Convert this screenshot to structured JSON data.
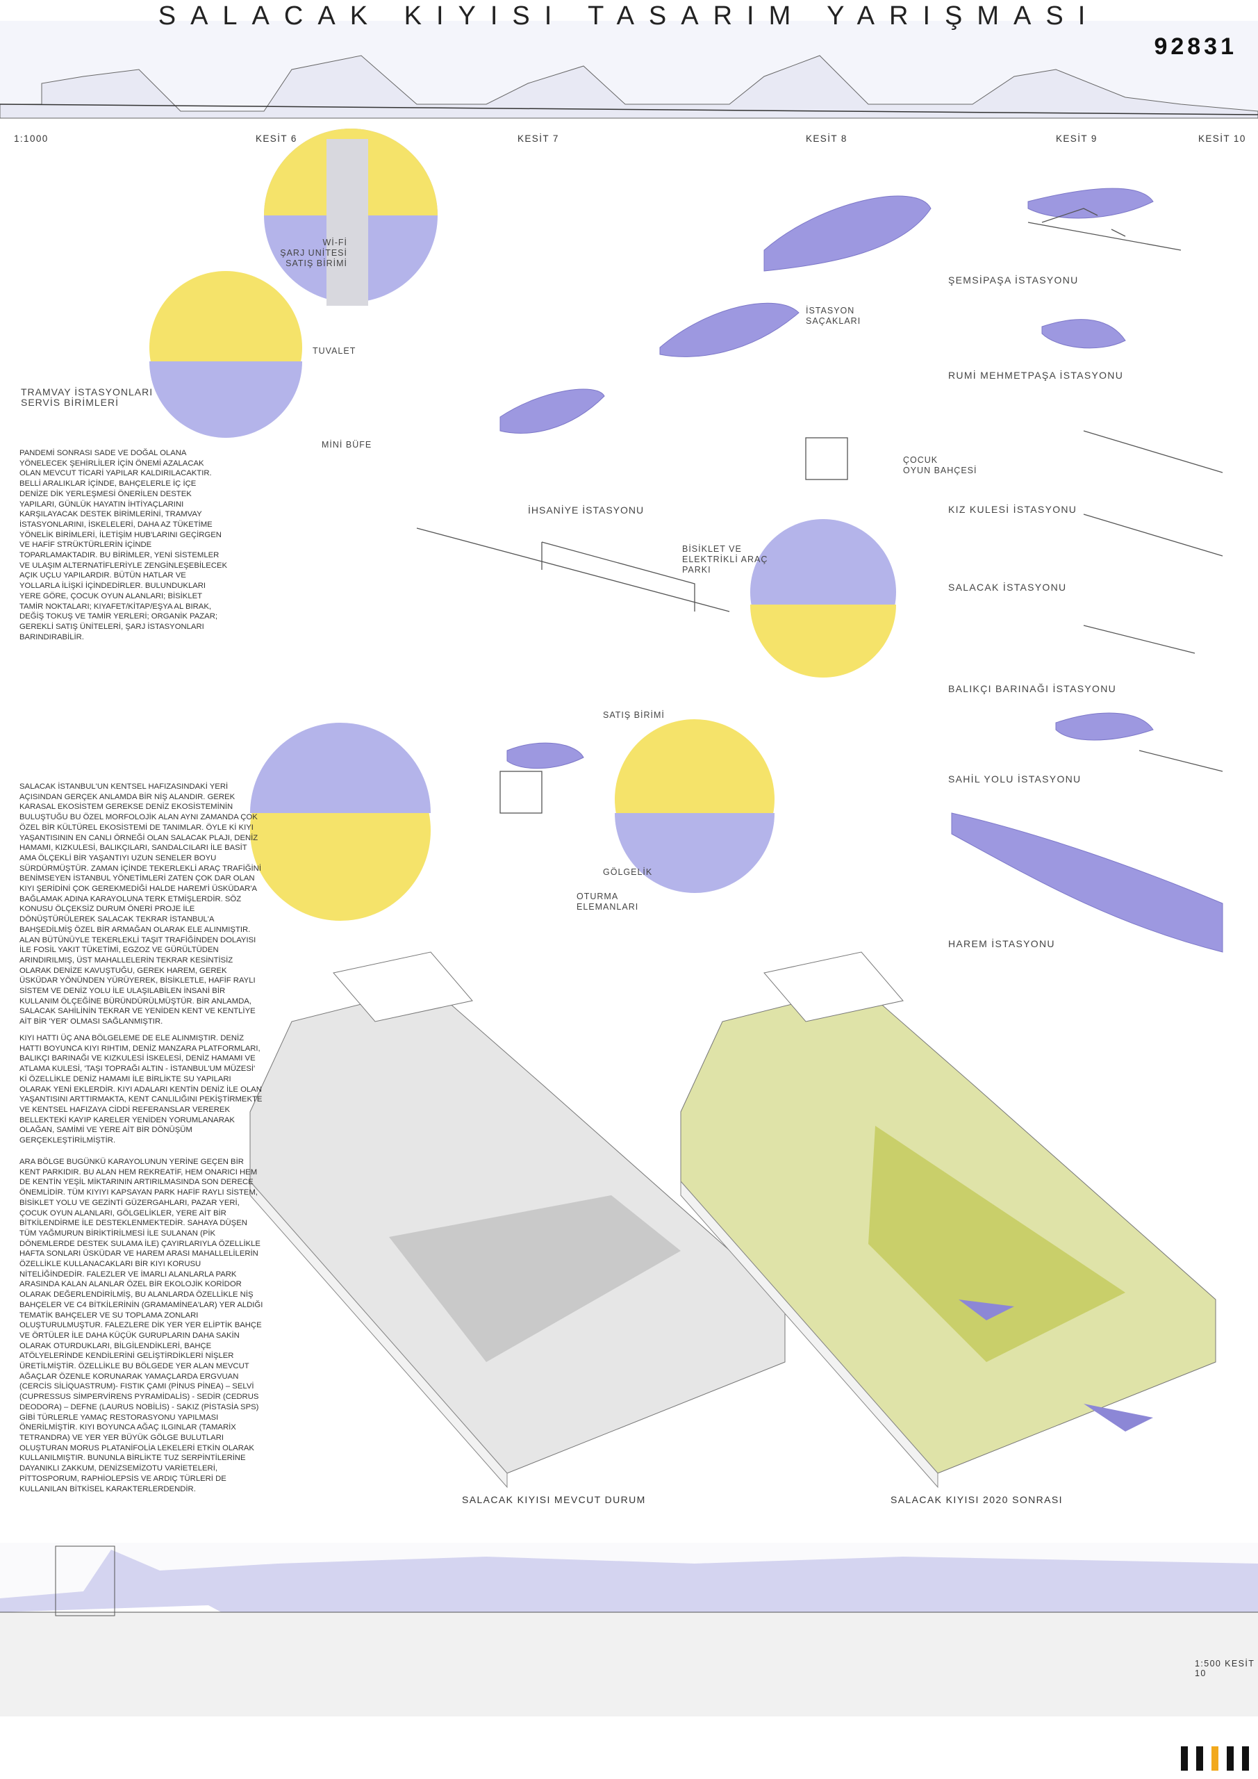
{
  "header": {
    "title": "SALACAK KIYISI TASARIM YARIŞMASI",
    "entry_code": "92831"
  },
  "sections": {
    "scale": "1:1000",
    "labels": [
      "KESİT 6",
      "KESİT 7",
      "KESİT 8",
      "KESİT 9",
      "KESİT 10"
    ]
  },
  "service_units": {
    "heading": "TRAMVAY İSTASYONLARI\nSERVİS BİRİMLERİ",
    "wifi": "Wİ-Fİ\nŞARJ UNİTESİ\nSATIŞ BİRİMİ",
    "toilet": "TUVALET",
    "buffet": "MİNİ BÜFE"
  },
  "ihsaniye": {
    "canopy": "İSTASYON\nSAÇAKLARI",
    "station": "İHSANİYE İSTASYONU",
    "playground": "ÇOCUK\nOYUN BAHÇESİ",
    "bike": "BİSİKLET VE\nELEKTRİKLİ ARAÇ\nPARKI",
    "sales": "SATIŞ BİRİMİ",
    "shade": "GÖLGELİK",
    "seating": "OTURMA\nELEMANLARI"
  },
  "stations": [
    "ŞEMSİPAŞA İSTASYONU",
    "RUMİ MEHMETPAŞA İSTASYONU",
    "KIZ KULESİ İSTASYONU",
    "SALACAK İSTASYONU",
    "BALIKÇI BARINAĞI İSTASYONU",
    "SAHİL YOLU İSTASYONU",
    "HAREM İSTASYONU"
  ],
  "text": {
    "p1": "PANDEMİ SONRASI SADE VE DOĞAL OLANA\nYÖNELECEK ŞEHİRLİLER İÇİN ÖNEMİ AZALACAK\nOLAN MEVCUT TİCARİ YAPILAR KALDIRILACAKTIR.\nBELLİ ARALIKLAR İÇİNDE, BAHÇELERLE İÇ İÇE\nDENİZE DİK YERLEŞMESİ ÖNERİLEN DESTEK\nYAPILARI, GÜNLÜK HAYATIN İHTİYAÇLARINI\nKARŞILAYACAK DESTEK BİRİMLERİNİ, TRAMVAY\nİSTASYONLARINI, İSKELELERİ, DAHA AZ TÜKETİME\nYÖNELİK BİRİMLERİ, İLETİŞİM HUB'LARINI GEÇİRGEN\nVE HAFİF STRÜKTÜRLERİN İÇİNDE\nTOPARLAMAKTADIR. BU BİRİMLER, YENİ SİSTEMLER\nVE ULAŞIM ALTERNATİFLERİYLE ZENGİNLEŞEBİLECEK\nAÇIK UÇLU YAPILARDIR. BÜTÜN HATLAR VE\nYOLLARLA İLİŞKİ İÇİNDEDİRLER. BULUNDUKLARI\nYERE GÖRE, ÇOCUK OYUN ALANLARI; BİSİKLET\nTAMİR NOKTALARI; KIYAFET/KİTAP/EŞYA AL BIRAK,\nDEĞİŞ TOKUŞ VE TAMİR YERLERİ; ORGANİK PAZAR;\nGEREKLİ SATIŞ ÜNİTELERİ, ŞARJ İSTASYONLARI\nBARINDIRABİLİR.",
    "p2": "SALACAK İSTANBUL'UN KENTSEL HAFIZASINDAKİ YERİ\nAÇISINDAN GERÇEK ANLAMDA BİR NİŞ ALANDIR. GEREK\nKARASAL EKOSİSTEM GEREKSE DENİZ EKOSİSTEMİNİN\nBULUŞTUĞU BU ÖZEL MORFOLOJİK ALAN AYNI ZAMANDA ÇOK\nÖZEL BİR KÜLTÜREL EKOSİSTEMİ DE TANIMLAR. ÖYLE Kİ KIYI\nYAŞANTISININ EN CANLI ÖRNEĞİ OLAN SALACAK PLAJI, DENİZ\nHAMAMI, KIZKULESİ, BALIKÇILARI, SANDALCILARI İLE BASİT\nAMA ÖLÇEKLİ BİR YAŞANTIYI UZUN SENELER BOYU\nSÜRDÜRMÜŞTÜR. ZAMAN İÇİNDE TEKERLEKLİ ARAÇ TRAFİĞİNİ\nBENİMSEYEN İSTANBUL YÖNETİMLERİ ZATEN ÇOK DAR OLAN\nKIYI ŞERİDİNİ ÇOK GEREKMEDİĞİ HALDE HAREM'İ ÜSKÜDAR'A\nBAĞLAMAK ADINA KARAYOLUNA TERK ETMİŞLERDİR. SÖZ\nKONUSU ÖLÇEKSİZ DURUM ÖNERİ PROJE İLE\nDÖNÜŞTÜRÜLEREK SALACAK TEKRAR İSTANBUL'A\nBAHŞEDİLMİŞ ÖZEL BİR ARMAĞAN OLARAK ELE ALINMIŞTIR.\nALAN BÜTÜNÜYLE TEKERLEKLİ TAŞIT TRAFİĞİNDEN DOLAYISI\nİLE FOSİL YAKIT TÜKETİMİ, EGZOZ VE GÜRÜLTÜDEN\nARINDIRILMIŞ, ÜST MAHALLELERİN TEKRAR KESİNTİSİZ\nOLARAK DENİZE KAVUŞTUĞU, GEREK HAREM, GEREK\nÜSKÜDAR YÖNÜNDEN YÜRÜYEREK, BİSİKLETLE, HAFİF RAYLI\nSİSTEM VE DENİZ YOLU İLE ULAŞILABİLEN İNSANİ BİR\nKULLANIM ÖLÇEĞİNE BÜRÜNDÜRÜLMÜŞTÜR. BİR ANLAMDA,\nSALACAK SAHİLİNİN TEKRAR VE YENİDEN KENT VE KENTLİYE\nAİT BİR 'YER' OLMASI SAĞLANMIŞTIR.",
    "p3": "KIYI HATTI ÜÇ ANA BÖLGELEME DE ELE ALINMIŞTIR. DENİZ\nHATTI BOYUNCA KIYI RIHTIM, DENİZ MANZARA PLATFORMLARI,\nBALIKÇI BARINAĞI VE KIZKULESİ İSKELESİ, DENİZ HAMAMI VE\nATLAMA KULESİ, 'TAŞI TOPRAĞI ALTIN - İSTANBUL'UM MÜZESİ'\nKİ ÖZELLİKLE DENİZ HAMAMI İLE BİRLİKTE SU YAPILARI\nOLARAK YENİ EKLERDİR. KIYI ADALARI KENTİN DENİZ İLE OLAN\nYAŞANTISINI ARTTIRMAKTA, KENT CANLILIĞINI PEKİŞTİRMEKTE\nVE KENTSEL HAFIZAYA CİDDİ REFERANSLAR VEREREK\nBELLEKTEKİ KAYIP KARELER YENİDEN YORUMLANARAK\nOLAĞAN, SAMİMİ VE YERE AİT BİR DÖNÜŞÜM\nGERÇEKLEŞTİRİLMİŞTİR.",
    "p4": "ARA BÖLGE BUGÜNKÜ KARAYOLUNUN YERİNE GEÇEN BİR\nKENT PARKIDIR. BU ALAN HEM REKREATİF, HEM ONARICI HEM\nDE KENTİN YEŞİL MİKTARININ ARTIRILMASINDA SON DERECE\nÖNEMLİDİR. TÜM KIYIYI KAPSAYAN PARK HAFİF RAYLI SİSTEM,\nBİSİKLET YOLU VE GEZİNTİ GÜZERGAHLARI, PAZAR YERİ,\nÇOCUK OYUN ALANLARI, GÖLGELİKLER, YERE AİT BİR\nBİTKİLENDİRME İLE DESTEKLENMEKTEDİR. SAHAYA DÜŞEN\nTÜM YAĞMURUN BİRİKTİRİLMESİ İLE SULANAN (PİK\nDÖNEMLERDE DESTEK SULAMA İLE) ÇAYIRLARIYLA ÖZELLİKLE\nHAFTA SONLARI ÜSKÜDAR VE HAREM ARASI MAHALLELİLERİN\nÖZELLİKLE KULLANACAKLARI BİR KIYI KORUSU\nNİTELİĞİNDEDİR. FALEZLER VE İMARLI ALANLARLA PARK\nARASINDA KALAN ALANLAR ÖZEL BİR EKOLOJİK KORİDOR\nOLARAK DEĞERLENDİRİLMİŞ, BU ALANLARDA ÖZELLİKLE NİŞ\nBAHÇELER VE C4 BİTKİLERİNİN (GRAMAMİNEA'LAR) YER ALDIĞI\nTEMATİK BAHÇELER VE SU TOPLAMA ZONLARI\nOLUŞTURULMUŞTUR. FALEZLERE DİK YER YER ELİPTİK BAHÇE\nVE ÖRTÜLER İLE DAHA KÜÇÜK GURUPLARIN DAHA SAKİN\nOLARAK OTURDUKLARI, BİLGİLENDİKLERİ, BAHÇE\nATÖLYELERİNDE KENDİLERİNİ GELİŞTİRDİKLERİ NİŞLER\nÜRETİLMİŞTİR. ÖZELLİKLE BU BÖLGEDE YER ALAN MEVCUT\nAĞAÇLAR ÖZENLE KORUNARAK YAMAÇLARDA ERGVUAN\n(CERCİS SİLİQUASTRUM)- FISTIK ÇAMI (PİNUS PİNEA) – SELVİ\n(CUPRESSUS SİMPERVİRENS PYRAMİDALİS) - SEDİR (CEDRUS\nDEODORA) – DEFNE (LAURUS NOBİLİS) - SAKIZ (PİSTASİA SPS)\nGİBİ TÜRLERLE YAMAÇ RESTORASYONU YAPILMASI\nÖNERİLMİŞTİR. KIYI BOYUNCA AĞAÇ ILGINLAR (TAMARİX\nTETRANDRA) VE YER YER BÜYÜK GÖLGE BULUTLARI\nOLUŞTURAN MORUS PLATANİFOLİA LEKELERİ ETKİN OLARAK\nKULLANILMIŞTIR. BUNUNLA BİRLİKTE TUZ SERPİNTİLERİNE\nDAYANIKLI ZAKKUM, DENİZSEMİZOTU VARİETELERİ,\nPİTTOSPORUM, RAPHİOLEPSİS VE ARDIÇ TÜRLERİ DE\nKULLANILAN BİTKİSEL KARAKTERLERDENDİR."
  },
  "isometrics": {
    "existing": "SALACAK KIYISI MEVCUT DURUM",
    "proposed": "SALACAK KIYISI 2020 SONRASI"
  },
  "long_section": {
    "label": "1:500  KESİT 10"
  },
  "colors": {
    "lavender": "#a3a3e0",
    "yellow": "#f5e36a",
    "purple": "#8c87d6",
    "green": "#c9cf6a",
    "orange": "#f2a91c"
  }
}
